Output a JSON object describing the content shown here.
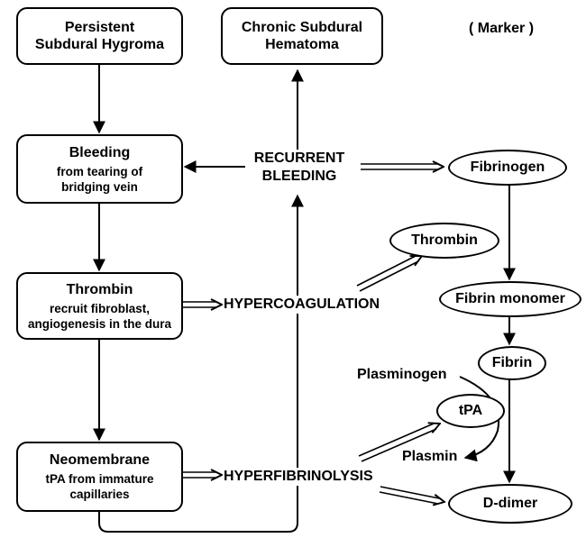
{
  "boxes": {
    "hygroma": {
      "title": "Persistent Subdural Hygroma"
    },
    "chronic": {
      "title": "Chronic Subdural Hematoma"
    },
    "bleeding": {
      "title": "Bleeding",
      "sub": "from tearing of bridging vein"
    },
    "thrombin": {
      "title": "Thrombin",
      "sub": "recruit fibroblast, angiogenesis in the dura"
    },
    "neomembrane": {
      "title": "Neomembrane",
      "sub": "tPA from immature capillaries"
    }
  },
  "labels": {
    "marker": "( Marker )",
    "recurrent": "RECURRENT BLEEDING",
    "hypercoag": "HYPERCOAGULATION",
    "hyperfib": "HYPERFIBRINOLYSIS",
    "plasminogen": "Plasminogen",
    "plasmin": "Plasmin"
  },
  "ellipses": {
    "fibrinogen": "Fibrinogen",
    "thrombin": "Thrombin",
    "fibrin_monomer": "Fibrin monomer",
    "fibrin": "Fibrin",
    "tpa": "tPA",
    "ddimer": "D-dimer"
  }
}
